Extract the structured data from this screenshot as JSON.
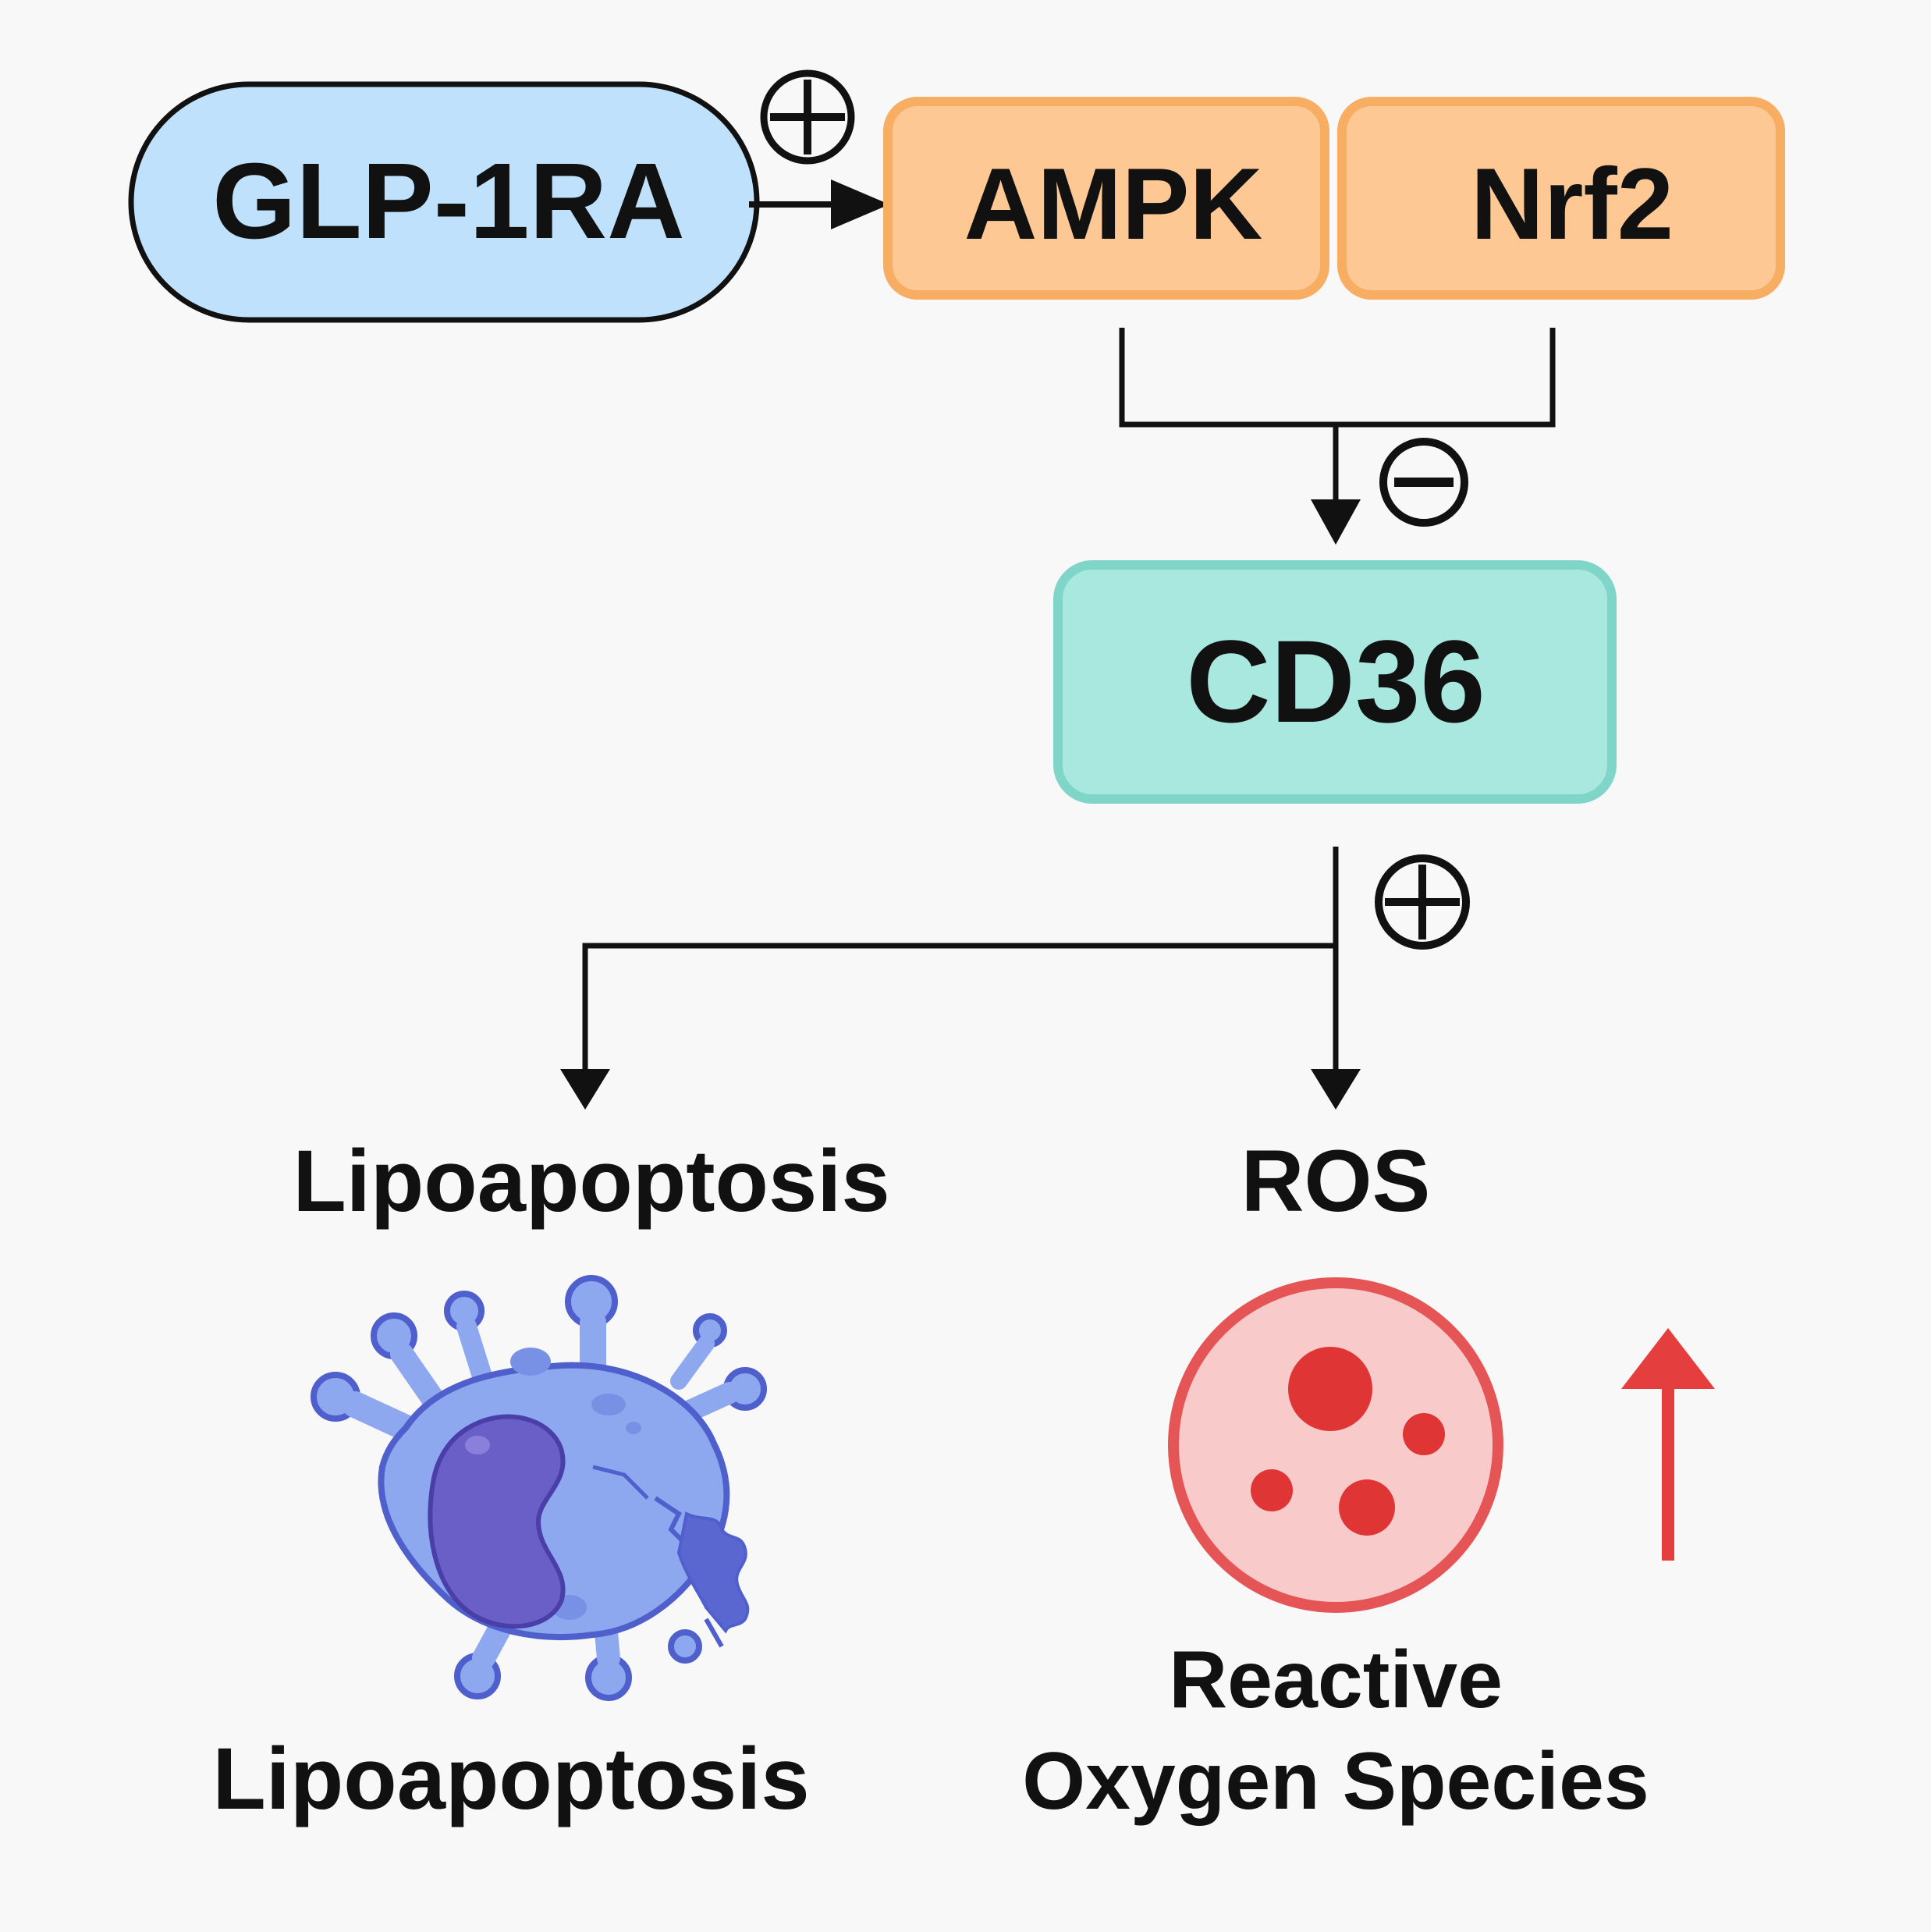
{
  "nodes": {
    "glp1ra": "GLP-1RA",
    "ampk": "AMPK",
    "nrf2": "Nrf2",
    "cd36": "CD36",
    "lipoapoptosis_outcome": "Lipoapoptosis",
    "ros_outcome": "ROS"
  },
  "captions": {
    "lipoapoptosis": "Lipoapoptosis",
    "ros_line1": "Reactive",
    "ros_line2": "Oxygen Species"
  },
  "signs": {
    "activate_glp1": "+",
    "inhibit_cd36": "−",
    "activate_cd36": "+"
  },
  "colors": {
    "background": "#f8f8f8",
    "glp1ra_fill": "#bfe1fb",
    "kinase_fill": "#fdc894",
    "kinase_stroke": "#f7ad62",
    "cd36_fill": "#a8e8de",
    "cd36_stroke": "#7fd6c8",
    "cell_fill": "#8ea8ef",
    "cell_nucleus": "#6a5fc7",
    "ros_fill": "#f9caca",
    "ros_stroke": "#e55555",
    "ros_dots": "#e03535",
    "increase_arrow": "#e53e3e",
    "lines": "#111111"
  },
  "icons": {
    "cell": "apoptotic-cell-icon",
    "ros": "ros-circle-icon",
    "increase": "up-arrow-icon"
  }
}
